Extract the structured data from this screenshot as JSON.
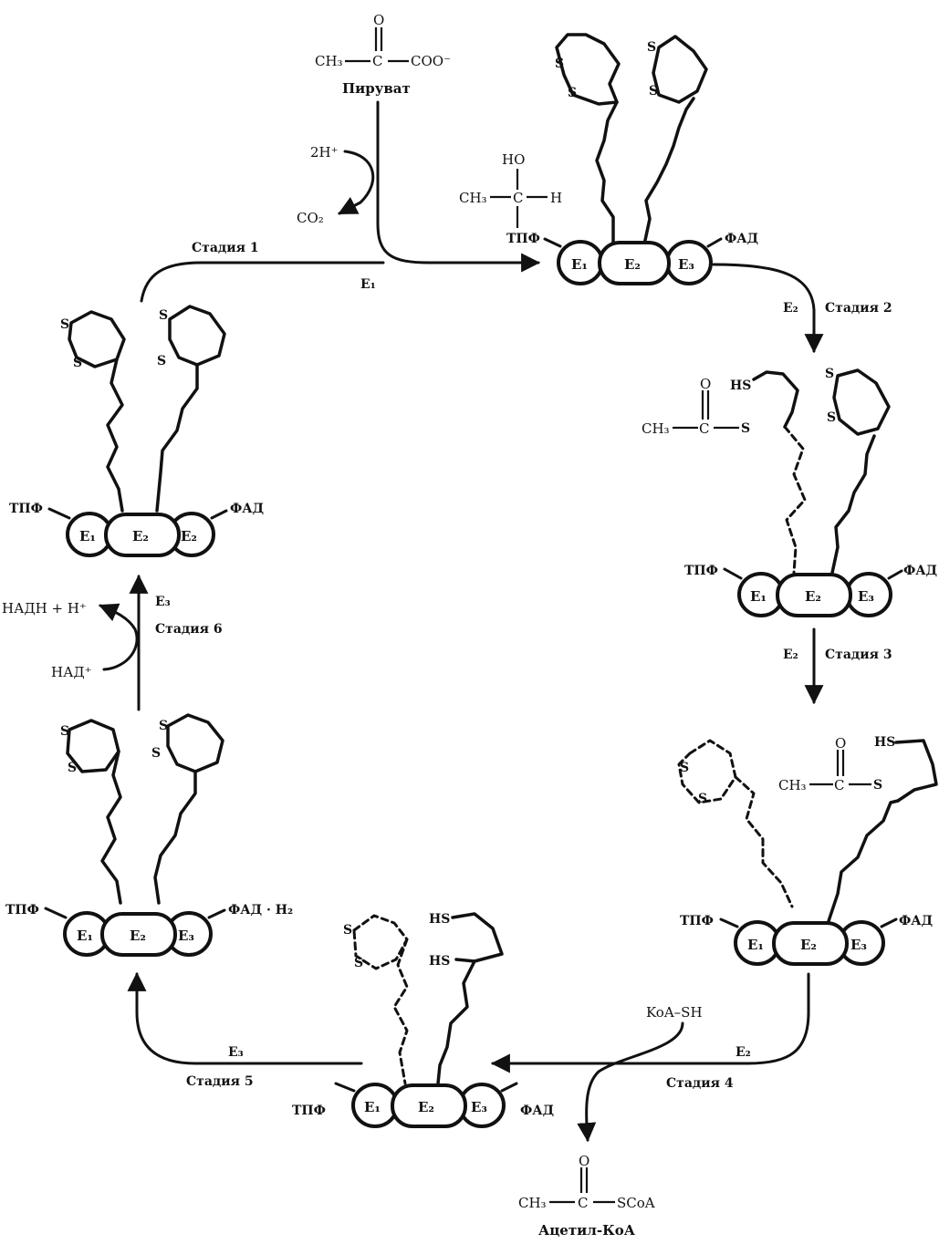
{
  "pyruvate": {
    "formula_left": "CH₃",
    "formula_c": "C",
    "formula_right": "COO⁻",
    "o_atom": "O",
    "name": "Пируват"
  },
  "inputs": {
    "h_plus": "2H⁺",
    "co2": "CO₂",
    "koa_sh": "KoA–SH",
    "nad_plus": "НАД⁺",
    "nadh": "НАДН + Н⁺"
  },
  "product": {
    "ch3": "CH₃",
    "c": "C",
    "scoa": "SCoA",
    "o_atom": "O",
    "name": "Ацетил-КоА"
  },
  "stages": [
    {
      "label": "Стадия 1",
      "enzyme": "E₁"
    },
    {
      "label": "Стадия 2",
      "enzyme": "E₂"
    },
    {
      "label": "Стадия 3",
      "enzyme": "E₂"
    },
    {
      "label": "Стадия 4",
      "enzyme": "E₂"
    },
    {
      "label": "Стадия 5",
      "enzyme": "E₃"
    },
    {
      "label": "Стадия 6",
      "enzyme": "E₃"
    }
  ],
  "complexes": [
    {
      "tpf": "ТПФ",
      "fad": "ФАД",
      "e1": "E₁",
      "e2": "E₂",
      "e3": "E₃"
    },
    {
      "tpf": "ТПФ",
      "fad": "ФАД",
      "e1": "E₁",
      "e2": "E₂",
      "e3": "E₃"
    },
    {
      "tpf": "ТПФ",
      "fad": "ФАД",
      "e1": "E₁",
      "e2": "E₂",
      "e3": "E₃"
    },
    {
      "tpf": "ТПФ",
      "fad": "ФАД",
      "e1": "E₁",
      "e2": "E₂",
      "e3": "E₃"
    },
    {
      "tpf": "ТПФ",
      "fad": "ФАД · Н₂",
      "e1": "E₁",
      "e2": "E₂",
      "e3": "E₃"
    },
    {
      "tpf": "ТПФ",
      "fad": "ФАД",
      "e1": "E₁",
      "e2": "E₂",
      "e3": "E₂"
    }
  ],
  "intermediates": {
    "hydroxyethyl": {
      "ho": "HO",
      "ch3": "CH₃",
      "c": "C",
      "h": "H"
    },
    "acetyl_lipoyl": {
      "ch3": "CH₃",
      "c": "C",
      "o": "O",
      "s": "S",
      "hs": "HS"
    },
    "atoms": {
      "s": "S",
      "hs": "HS"
    }
  },
  "colors": {
    "ink": "#111111",
    "background": "#ffffff"
  }
}
